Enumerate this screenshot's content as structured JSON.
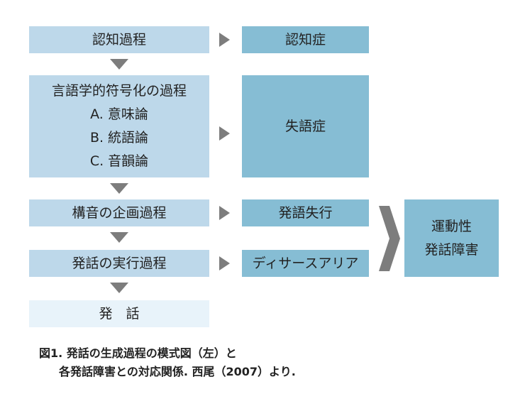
{
  "process": {
    "cognition": "認知過程",
    "linguistic": {
      "title": "言語学的符号化の過程",
      "sub_a": "A. 意味論",
      "sub_b": "B. 統語論",
      "sub_c": "C. 音韻論"
    },
    "planning": "構音の企画過程",
    "execution": "発話の実行過程",
    "speech": "発　話"
  },
  "disorder": {
    "dementia": "認知症",
    "aphasia": "失語症",
    "apraxia": "発語失行",
    "dysarthria": "ディサースアリア",
    "motor": {
      "line1": "運動性",
      "line2": "発話障害"
    }
  },
  "caption": {
    "line1": "図1. 発話の生成過程の模式図（左）と",
    "line2": "各発話障害との対応関係. 西尾（2007）より."
  },
  "colors": {
    "process": "#bdd8ea",
    "process_light": "#e8f3fa",
    "disorder": "#86bdd4",
    "arrow": "#7d7d7d"
  }
}
